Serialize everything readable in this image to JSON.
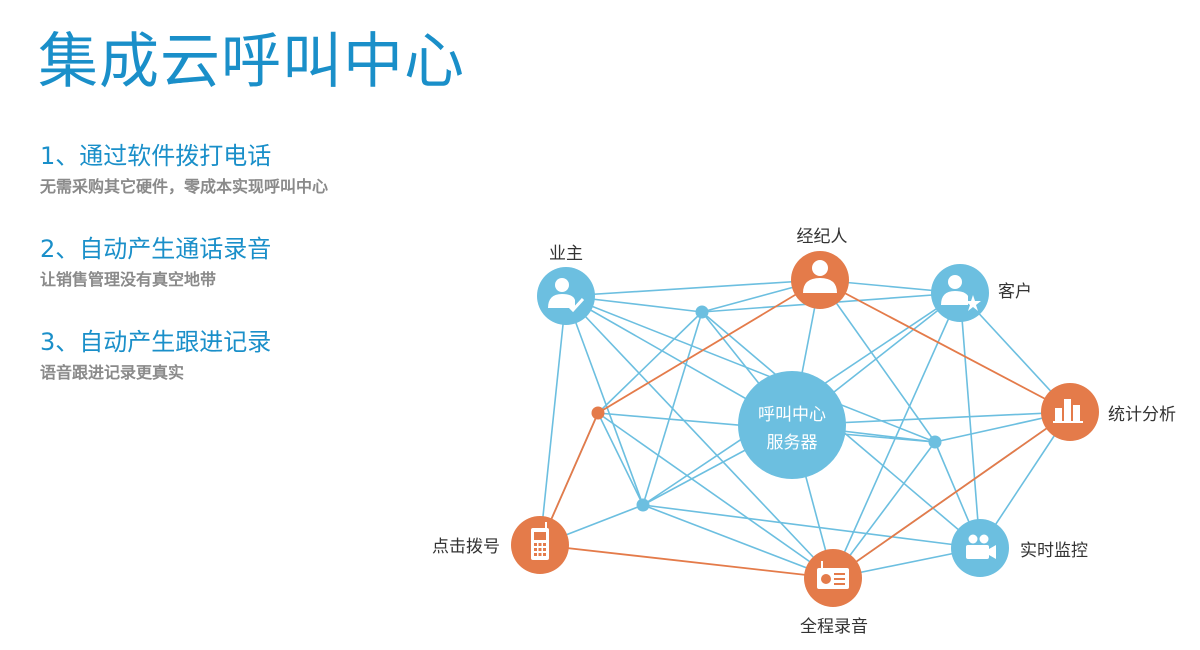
{
  "title": "集成云呼叫中心",
  "features": [
    {
      "heading": "1、通过软件拨打电话",
      "desc": "无需采购其它硬件，零成本实现呼叫中心"
    },
    {
      "heading": "2、自动产生通话录音",
      "desc": "让销售管理没有真空地带"
    },
    {
      "heading": "3、自动产生跟进记录",
      "desc": "语音跟进记录更真实"
    }
  ],
  "diagram": {
    "center": {
      "line1": "呼叫中心",
      "line2": "服务器"
    },
    "nodes": {
      "yezhu": {
        "label": "业主",
        "icon": "owner-icon"
      },
      "jingjiren": {
        "label": "经纪人",
        "icon": "agent-icon"
      },
      "kehu": {
        "label": "客户",
        "icon": "customer-icon"
      },
      "tongji": {
        "label": "统计分析",
        "icon": "bar-chart-icon"
      },
      "jiankong": {
        "label": "实时监控",
        "icon": "video-camera-icon"
      },
      "luyin": {
        "label": "全程录音",
        "icon": "radio-recorder-icon"
      },
      "boha": {
        "label": "点击拨号",
        "icon": "mobile-phone-icon"
      }
    },
    "colors": {
      "blue": "#6cbfe0",
      "orange": "#e47b4a",
      "line_blue": "#6cbfe0",
      "line_orange": "#e47b4a"
    }
  }
}
